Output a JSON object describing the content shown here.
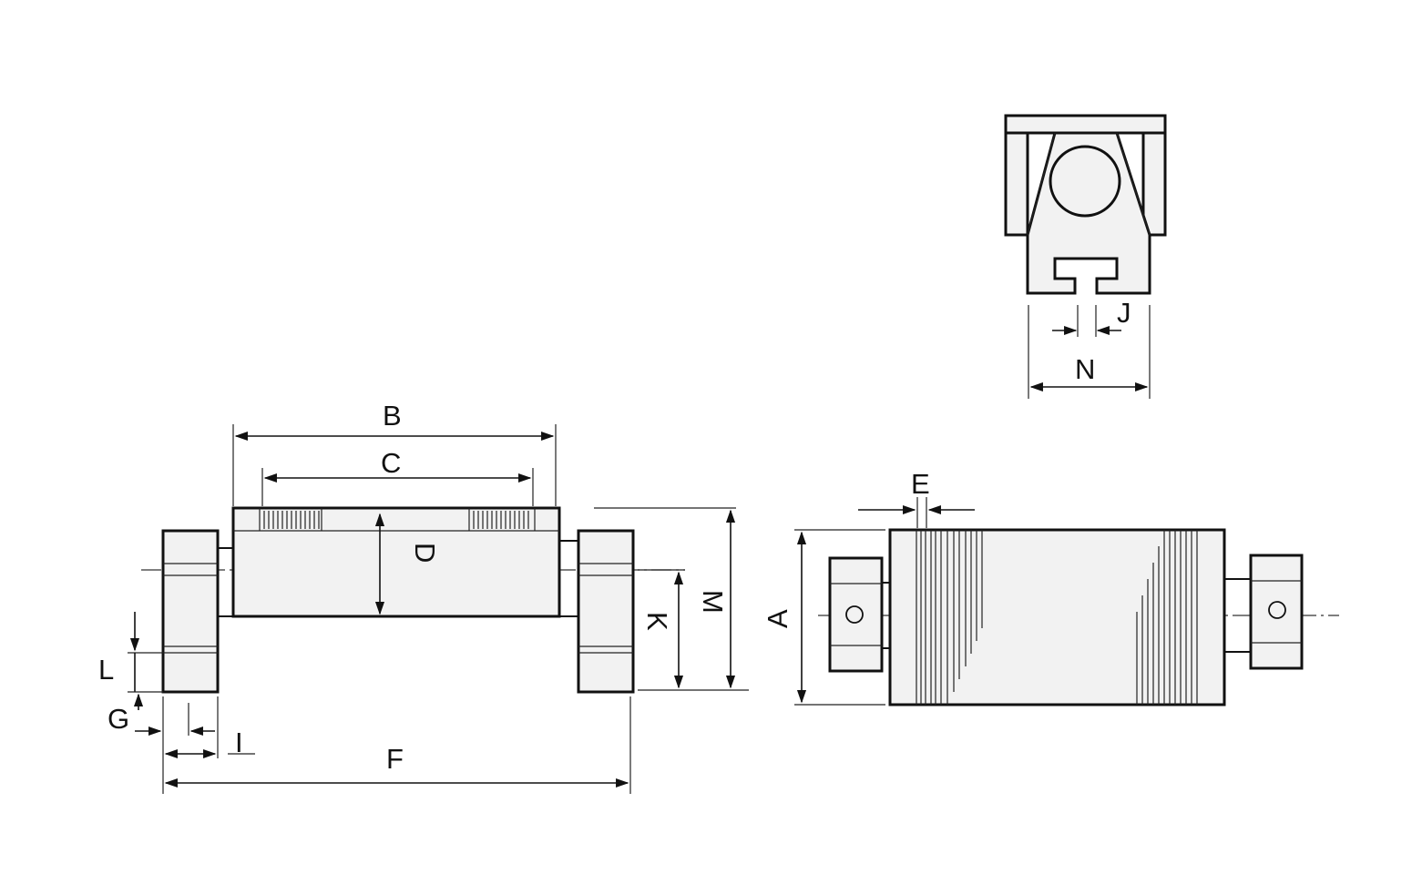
{
  "labels": {
    "A": "A",
    "B": "B",
    "C": "C",
    "D": "D",
    "E": "E",
    "F": "F",
    "G": "G",
    "I": "I",
    "J": "J",
    "K": "K",
    "L": "L",
    "M": "M",
    "N": "N"
  }
}
